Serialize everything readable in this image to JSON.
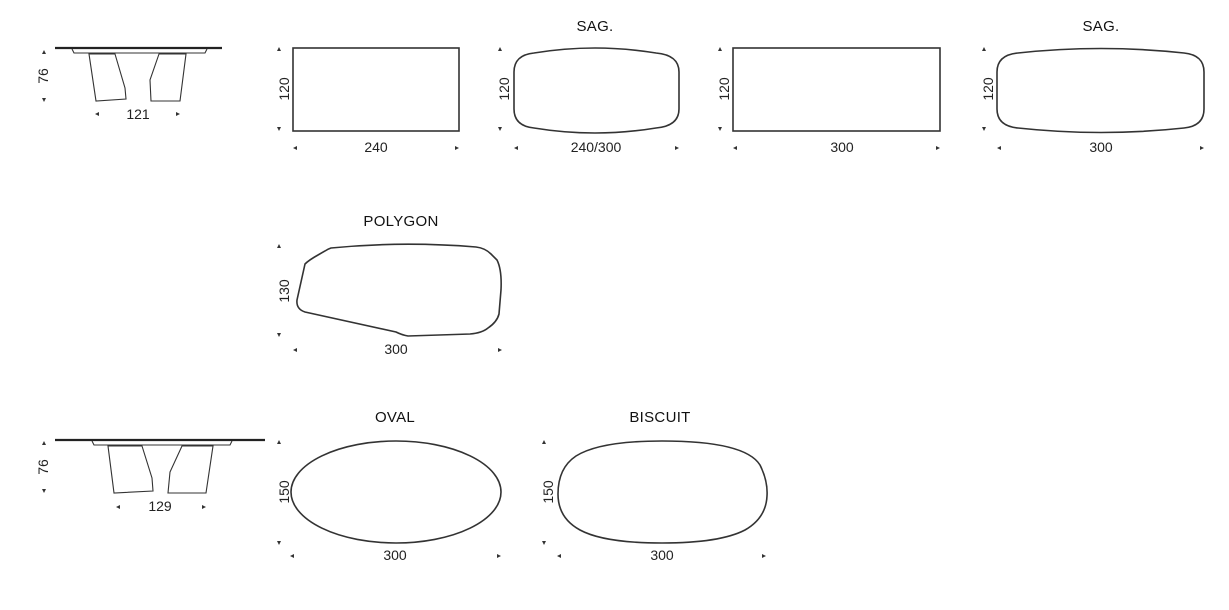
{
  "side_views": [
    {
      "height": "76",
      "width": "121"
    },
    {
      "height": "76",
      "width": "129"
    }
  ],
  "tops": {
    "rect_240": {
      "depth": "120",
      "length": "240"
    },
    "sag_240_300": {
      "title": "SAG.",
      "depth": "120",
      "length": "240/300"
    },
    "rect_300": {
      "depth": "120",
      "length": "300"
    },
    "sag_300": {
      "title": "SAG.",
      "depth": "120",
      "length": "300"
    },
    "polygon": {
      "title": "POLYGON",
      "depth": "130",
      "length": "300"
    },
    "oval": {
      "title": "OVAL",
      "depth": "150",
      "length": "300"
    },
    "biscuit": {
      "title": "BISCUIT",
      "depth": "150",
      "length": "300"
    }
  }
}
